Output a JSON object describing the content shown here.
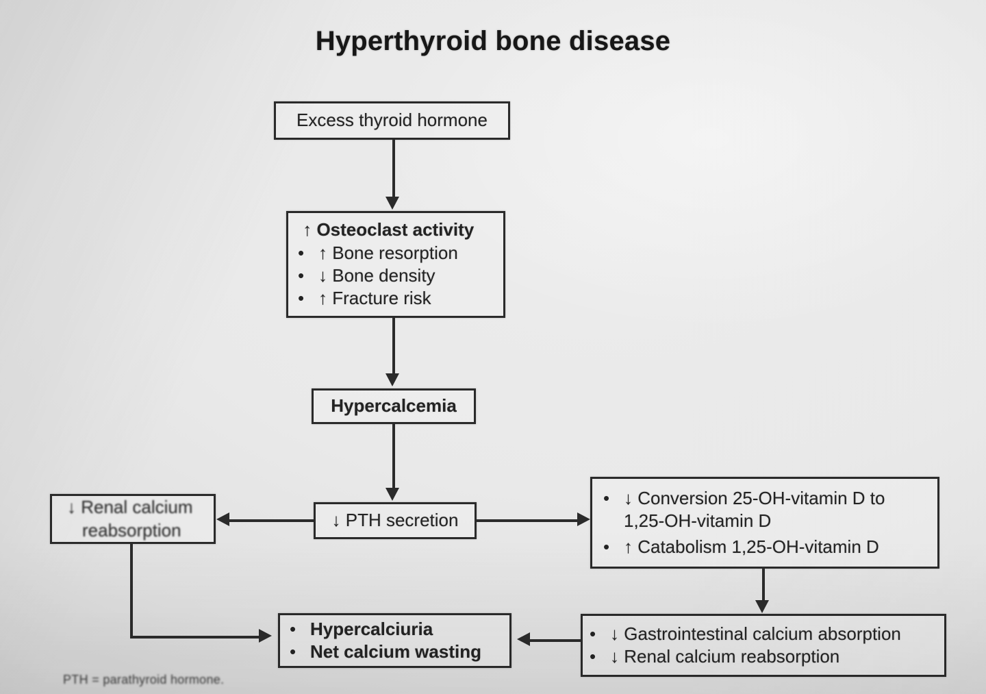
{
  "slide": {
    "title": "Hyperthyroid bone disease",
    "footnote": "PTH = parathyroid hormone.",
    "background_color": "#e7e7e7",
    "line_color": "#2b2b2b",
    "text_color": "#232323"
  },
  "nodes": {
    "excess_thyroid_hormone": {
      "label": "Excess thyroid hormone"
    },
    "osteoclast_activity": {
      "heading": "↑ Osteoclast activity",
      "bullets": [
        "↑ Bone resorption",
        "↓ Bone density",
        "↑ Fracture risk"
      ],
      "bullet_char": "•"
    },
    "hypercalcemia": {
      "label": "Hypercalcemia"
    },
    "pth_secretion": {
      "label": "↓ PTH secretion"
    },
    "renal_calcium_reabsorption": {
      "line1": "↓ Renal calcium",
      "line2": "reabsorption"
    },
    "vitamin_d": {
      "bullets": [
        "↓ Conversion 25-OH-vitamin D to 1,25-OH-vitamin D",
        "↑ Catabolism 1,25-OH-vitamin D"
      ],
      "bullet_char": "•"
    },
    "gi_renal_absorption": {
      "bullets": [
        "↓ Gastrointestinal calcium absorption",
        "↓ Renal calcium reabsorption"
      ],
      "bullet_char": "•"
    },
    "hypercalciuria": {
      "bullets": [
        "Hypercalciuria",
        "Net calcium wasting"
      ],
      "bullet_char": "•"
    }
  },
  "connectors": [
    {
      "name": "hormone-to-osteoclast",
      "direction": "down"
    },
    {
      "name": "osteoclast-to-hypercalcemia",
      "direction": "down"
    },
    {
      "name": "hypercalcemia-to-pth",
      "direction": "down"
    },
    {
      "name": "pth-to-renal-calcium",
      "direction": "left"
    },
    {
      "name": "pth-to-vitamin-d",
      "direction": "right"
    },
    {
      "name": "vitamin-d-to-gi-renal",
      "direction": "down"
    },
    {
      "name": "gi-renal-to-hypercalciuria",
      "direction": "left"
    },
    {
      "name": "renal-calcium-to-hypercalciuria",
      "direction": "elbow-right"
    }
  ]
}
